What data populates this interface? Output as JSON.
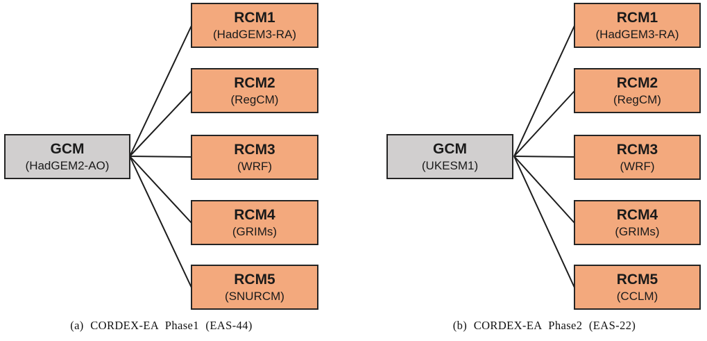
{
  "figure": {
    "description_colors": {
      "rcm_fill": "#f3a97d",
      "gcm_fill": "#d1cfcf",
      "box_border": "#242424",
      "connector_line": "#1c1c1c",
      "background": "#ffffff"
    }
  },
  "diagrams": [
    {
      "label": "a",
      "caption": "(a) CORDEX-EA Phase1 (EAS-44)",
      "gcm": {
        "title": "GCM",
        "subtitle": "(HadGEM2-AO)"
      },
      "rcms": [
        {
          "title": "RCM1",
          "subtitle": "(HadGEM3-RA)"
        },
        {
          "title": "RCM2",
          "subtitle": "(RegCM)"
        },
        {
          "title": "RCM3",
          "subtitle": "(WRF)"
        },
        {
          "title": "RCM4",
          "subtitle": "(GRIMs)"
        },
        {
          "title": "RCM5",
          "subtitle": "(SNURCM)"
        }
      ]
    },
    {
      "label": "b",
      "caption": "(b) CORDEX-EA Phase2 (EAS-22)",
      "gcm": {
        "title": "GCM",
        "subtitle": "(UKESM1)"
      },
      "rcms": [
        {
          "title": "RCM1",
          "subtitle": "(HadGEM3-RA)"
        },
        {
          "title": "RCM2",
          "subtitle": "(RegCM)"
        },
        {
          "title": "RCM3",
          "subtitle": "(WRF)"
        },
        {
          "title": "RCM4",
          "subtitle": "(GRIMs)"
        },
        {
          "title": "RCM5",
          "subtitle": "(CCLM)"
        }
      ]
    }
  ]
}
